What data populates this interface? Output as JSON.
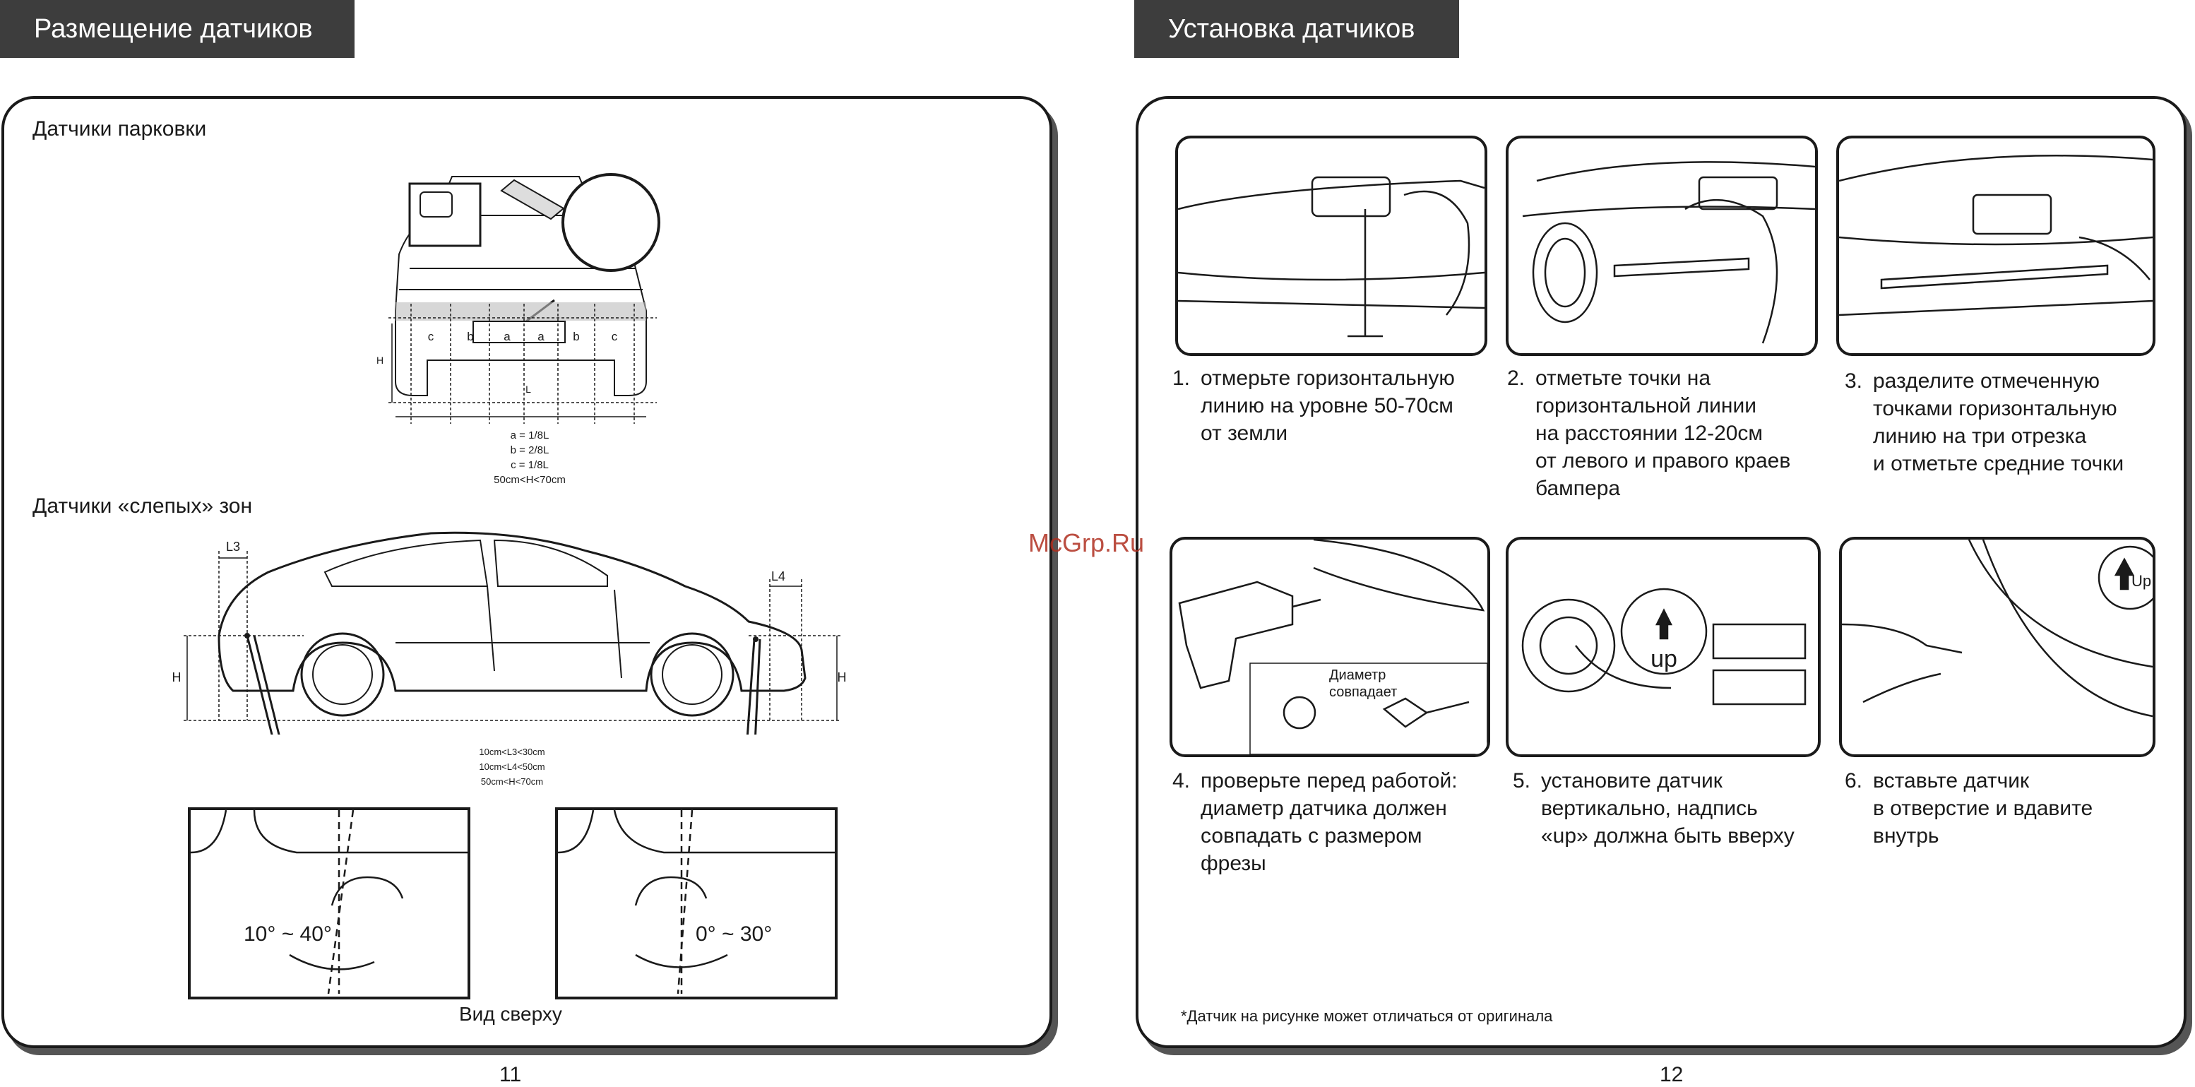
{
  "left_page": {
    "header": "Размещение датчиков",
    "parking_title": "Датчики парковки",
    "rear_labels": {
      "c": "c",
      "b": "b",
      "a": "a",
      "H": "H",
      "L": "L"
    },
    "formulas": [
      "a = 1/8L",
      "b = 2/8L",
      "c = 1/8L",
      "50cm<H<70cm"
    ],
    "blind_title": "Датчики «слепых» зон",
    "side_labels": {
      "L3": "L3",
      "L4": "L4",
      "H": "H"
    },
    "side_notes": [
      "10cm<L3<30cm",
      "10cm<L4<50cm",
      "50cm<H<70cm"
    ],
    "angle_left": "10° ~ 40°",
    "angle_right": "0° ~ 30°",
    "top_view": "Вид сверху",
    "page_number": "11"
  },
  "right_page": {
    "header": "Установка датчиков",
    "steps": [
      {
        "num": "1.",
        "lines": [
          "отмерьте горизонтальную",
          "линию на уровне 50-70см",
          "от земли"
        ]
      },
      {
        "num": "2.",
        "lines": [
          "отметьте точки на",
          "горизонтальной линии",
          "на расстоянии 12-20см",
          "от левого и правого краев",
          "бампера"
        ]
      },
      {
        "num": "3.",
        "lines": [
          "разделите отмеченную",
          "точками горизонтальную",
          "линию на три отрезка",
          "и отметьте средние точки"
        ]
      },
      {
        "num": "4.",
        "lines": [
          "проверьте перед работой:",
          "диаметр датчика должен",
          "совпадать с размером",
          "фрезы"
        ]
      },
      {
        "num": "5.",
        "lines": [
          "установите датчик",
          "вертикально, надпись",
          "«up» должна быть вверху"
        ]
      },
      {
        "num": "6.",
        "lines": [
          "вставьте датчик",
          "в отверстие и вдавите",
          "внутрь"
        ]
      }
    ],
    "diameter_label": [
      "Диаметр",
      "совпадает"
    ],
    "up_label": "up",
    "up_small": "Up",
    "footnote": "*Датчик на рисунке может отличаться от оригинала",
    "page_number": "12"
  },
  "watermark": "McGrp.Ru"
}
